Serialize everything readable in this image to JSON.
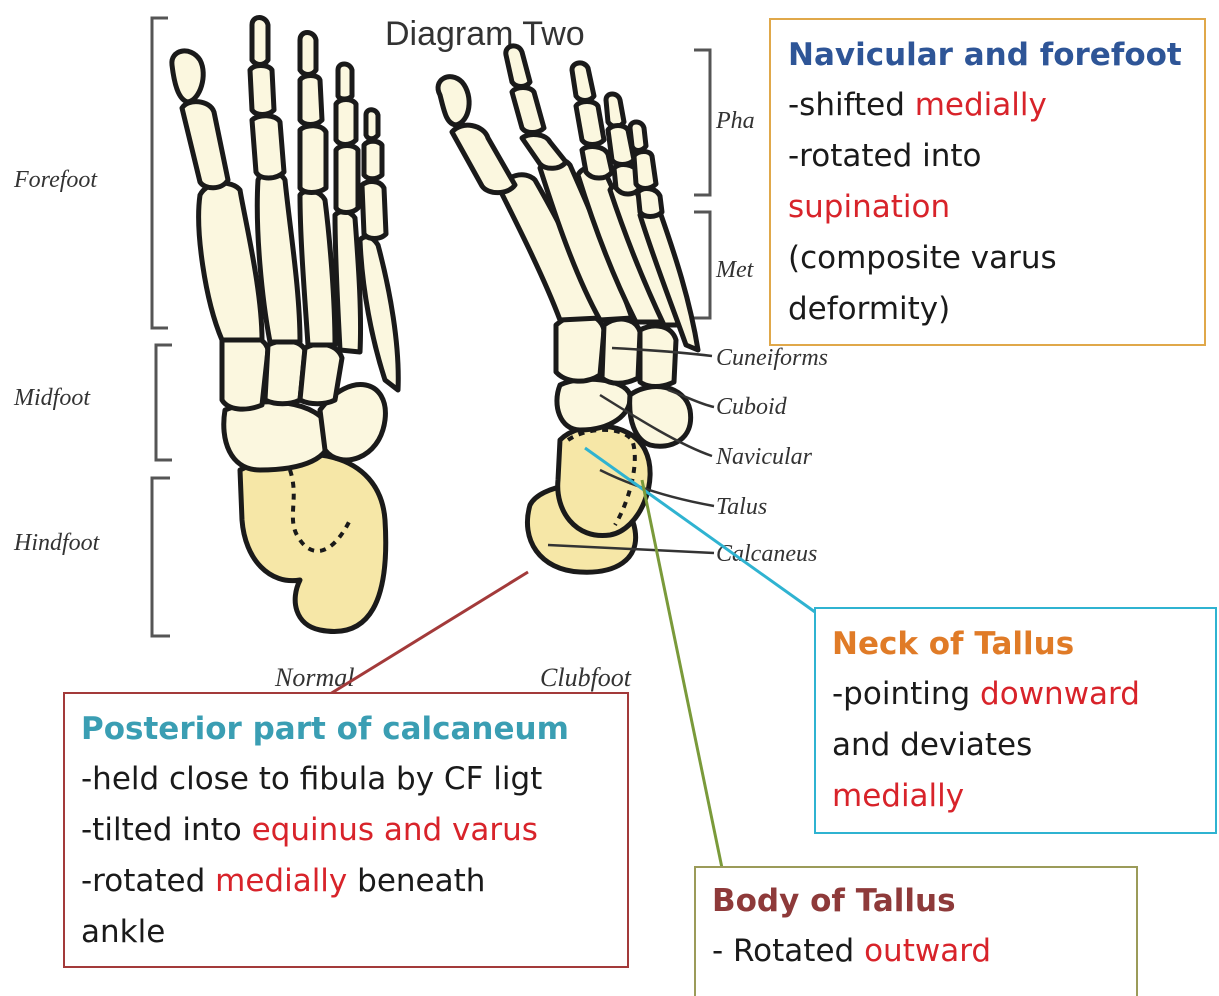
{
  "diagram_title": "Diagram Two",
  "region_labels": {
    "forefoot": "Forefoot",
    "midfoot": "Midfoot",
    "hindfoot": "Hindfoot",
    "phalanges_partial": "Pha",
    "metatarsals_partial": "Met"
  },
  "bone_labels": {
    "cuneiforms": "Cuneiforms",
    "cuboid": "Cuboid",
    "navicular": "Navicular",
    "talus": "Talus",
    "calcaneus": "Calcaneus"
  },
  "foot_captions": {
    "normal": "Normal",
    "clubfoot": "Clubfoot"
  },
  "boxes": {
    "navicular_forefoot": {
      "title": "Navicular and forefoot",
      "title_color": "#2e5597",
      "lines": [
        {
          "a": "-shifted ",
          "b": "medially"
        },
        {
          "a": "-rotated into",
          "b": ""
        },
        {
          "a": "",
          "b": "supination"
        },
        {
          "a": "(composite varus",
          "b": ""
        },
        {
          "a": "deformity)",
          "b": ""
        }
      ]
    },
    "neck_of_tallus": {
      "title": "Neck of Tallus",
      "title_color": "#e07b27",
      "lines": [
        {
          "a": "-pointing ",
          "b": "downward"
        },
        {
          "a": "and deviates",
          "b": ""
        },
        {
          "a": "",
          "b": "medially"
        }
      ]
    },
    "posterior_calcaneum": {
      "title": "Posterior part of calcaneum",
      "title_color": "#3a9eb3",
      "lines": [
        {
          "a": "-held close to fibula by CF ligt",
          "b": "",
          "c": ""
        },
        {
          "a": "-tilted into ",
          "b": "equinus and varus",
          "c": ""
        },
        {
          "a": "-rotated ",
          "b": "medially",
          "c": " beneath"
        },
        {
          "a": "ankle",
          "b": "",
          "c": ""
        }
      ]
    },
    "body_of_tallus": {
      "title": "Body of Tallus",
      "title_color": "#8e3a3a",
      "lines": [
        {
          "a": "- Rotated ",
          "b": "outward"
        }
      ]
    }
  },
  "colors": {
    "bone_fill": "#fbf7df",
    "talus_calcaneus_fill": "#f6e7a7",
    "highlight_red": "#d8232a",
    "connector_dark_red": "#a33a3a",
    "connector_cyan": "#2fb3d1",
    "connector_olive": "#7a9a3a",
    "bracket_gray": "#555555"
  }
}
